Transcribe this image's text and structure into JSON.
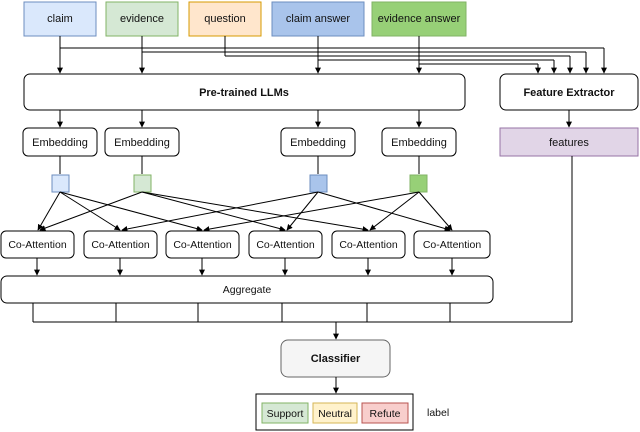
{
  "inputs": {
    "claim": "claim",
    "evidence": "evidence",
    "question": "question",
    "claim_answer": "claim answer",
    "evidence_answer": "evidence answer"
  },
  "llm_label": "Pre-trained LLMs",
  "feature_extractor_label": "Feature Extractor",
  "features_label": "features",
  "embedding_label": "Embedding",
  "co_attention_label": "Co-Attention",
  "aggregate_label": "Aggregate",
  "classifier_label": "Classifier",
  "outputs": {
    "support": "Support",
    "neutral": "Neutral",
    "refute": "Refute",
    "label": "label"
  },
  "colors": {
    "blue_light": "#dae8fc",
    "blue_border": "#6c8ebf",
    "green_light": "#d5e8d4",
    "green_border": "#82b366",
    "orange_light": "#ffe6cc",
    "orange_border": "#d79b00",
    "blue_mid": "#a9c4eb",
    "green_mid": "#97d077",
    "purple_light": "#e1d5e7",
    "purple_border": "#9673a6",
    "gray_fill": "#f5f5f5",
    "gray_border": "#666666",
    "red_light": "#f8cecc",
    "red_border": "#b85450",
    "yellow_light": "#fff2cc",
    "yellow_border": "#d6b656"
  }
}
